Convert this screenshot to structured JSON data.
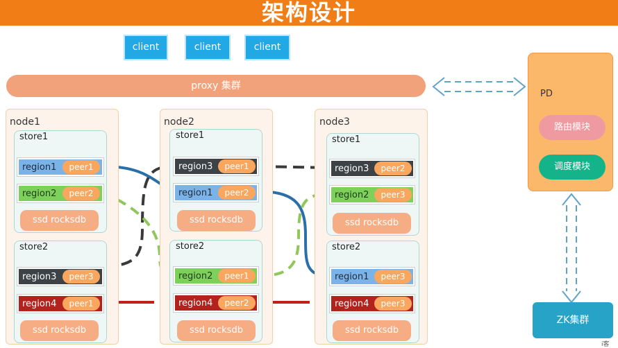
{
  "title": "架构设计",
  "clients": [
    "client",
    "client",
    "client"
  ],
  "proxy": "proxy 集群",
  "pd": {
    "label": "PD",
    "route_module": "路由模块",
    "schedule_module": "调度模块"
  },
  "zk": "ZK集群",
  "corner_text": "i客",
  "nodes": [
    {
      "label": "node1",
      "stores": [
        {
          "label": "store1",
          "regions": [
            {
              "name": "region1",
              "peer": "peer1",
              "color": "#7bb3e8"
            },
            {
              "name": "region2",
              "peer": "peer2",
              "color": "#7dd05a"
            }
          ],
          "ssd": "ssd rocksdb"
        },
        {
          "label": "store2",
          "regions": [
            {
              "name": "region3",
              "peer": "peer3",
              "color": "#3d4246"
            },
            {
              "name": "region4",
              "peer": "peer1",
              "color": "#b3231e"
            }
          ],
          "ssd": "ssd rocksdb"
        }
      ]
    },
    {
      "label": "node2",
      "stores": [
        {
          "label": "store1",
          "regions": [
            {
              "name": "region3",
              "peer": "peer1",
              "color": "#3d4246"
            },
            {
              "name": "region1",
              "peer": "peer2",
              "color": "#7bb3e8"
            }
          ],
          "ssd": "ssd rocksdb"
        },
        {
          "label": "store2",
          "regions": [
            {
              "name": "region2",
              "peer": "peer1",
              "color": "#7dd05a"
            },
            {
              "name": "region4",
              "peer": "peer2",
              "color": "#b3231e"
            }
          ],
          "ssd": "ssd rocksdb"
        }
      ]
    },
    {
      "label": "node3",
      "stores": [
        {
          "label": "store1",
          "regions": [
            {
              "name": "region3",
              "peer": "peer2",
              "color": "#3d4246"
            },
            {
              "name": "region2",
              "peer": "peer3",
              "color": "#7dd05a"
            }
          ],
          "ssd": "ssd rocksdb"
        },
        {
          "label": "store2",
          "regions": [
            {
              "name": "region1",
              "peer": "peer3",
              "color": "#7bb3e8"
            },
            {
              "name": "region4",
              "peer": "peer3",
              "color": "#b3231e"
            }
          ],
          "ssd": "ssd rocksdb"
        }
      ]
    }
  ],
  "colors": {
    "title_bar": "#f07d16",
    "client": "#22a8e4",
    "proxy": "#f2a27a",
    "peer": "#f9a65f",
    "ssd": "#f6ad84",
    "pd_box": "#fbb86a",
    "route_module": "#ef9aa0",
    "schedule_module": "#14b38a",
    "zk": "#27a3c7",
    "link_blue": "#2a6fa8",
    "link_dark": "#3a3a3a",
    "link_green": "#8fc75a",
    "link_red": "#c0201b"
  }
}
